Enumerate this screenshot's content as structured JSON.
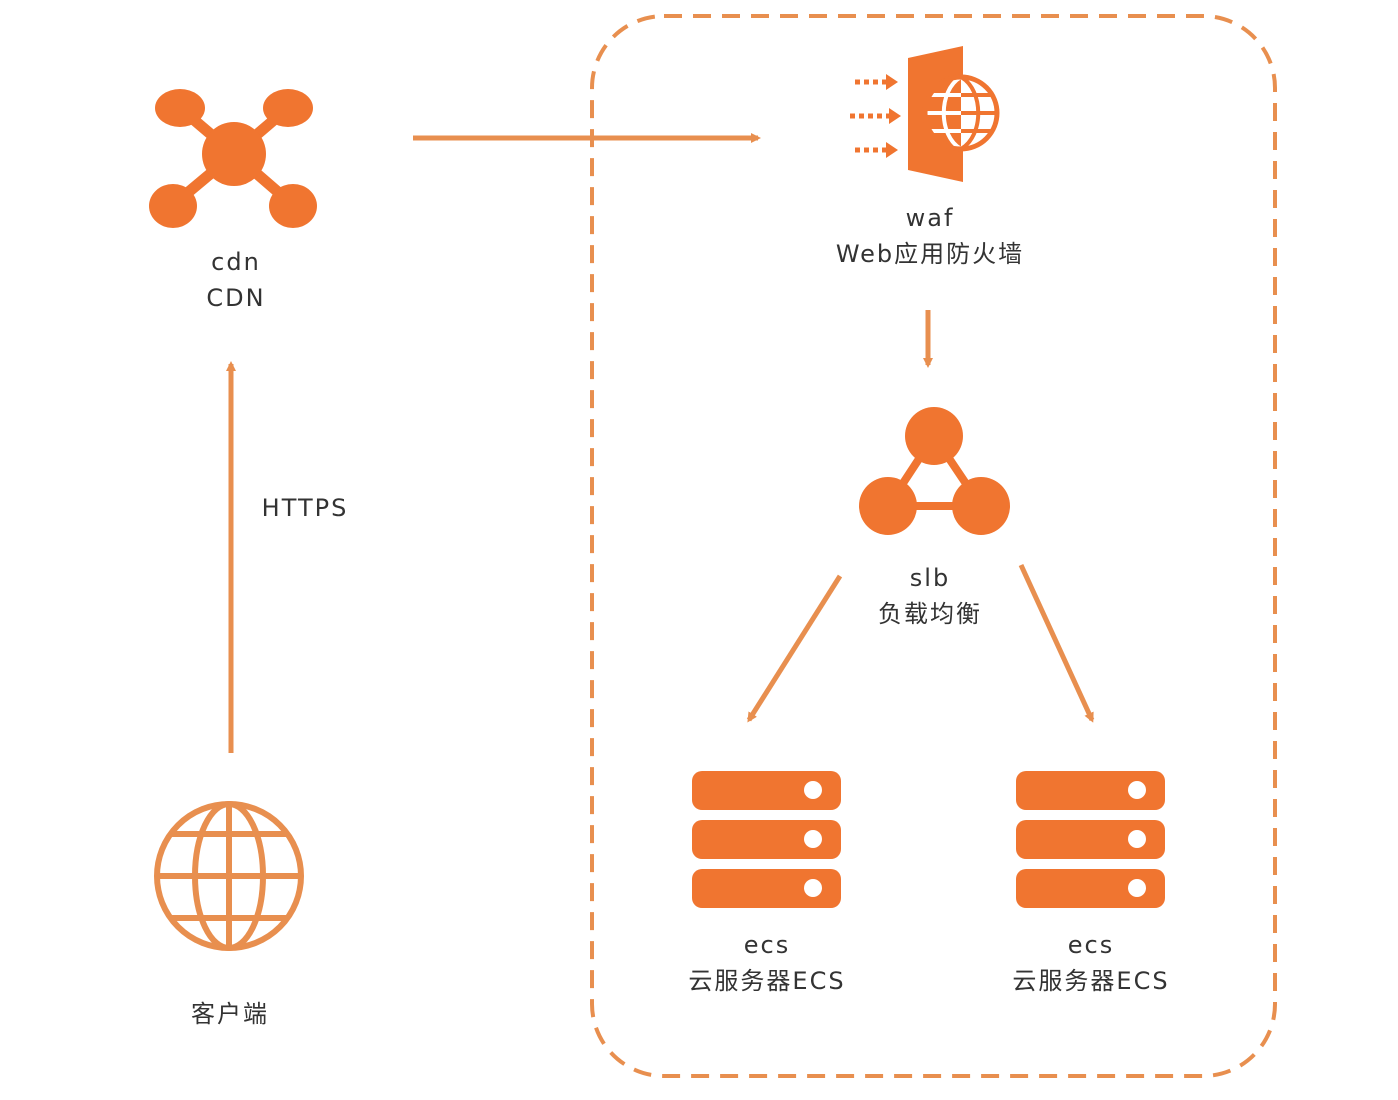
{
  "colors": {
    "accent": "#F07530",
    "arrow": "#E88F4F",
    "text": "#333333",
    "background": "#FFFFFF"
  },
  "nodes": {
    "cdn": {
      "name": "cdn",
      "title": "CDN",
      "icon": "cdn-network-icon"
    },
    "client": {
      "title": "客户端",
      "icon": "globe-icon"
    },
    "waf": {
      "name": "waf",
      "title": "Web应用防火墙",
      "icon": "web-firewall-icon"
    },
    "slb": {
      "name": "slb",
      "title": "负载均衡",
      "icon": "load-balancer-icon"
    },
    "ecs_left": {
      "name": "ecs",
      "title": "云服务器ECS",
      "icon": "server-stack-icon"
    },
    "ecs_right": {
      "name": "ecs",
      "title": "云服务器ECS",
      "icon": "server-stack-icon"
    }
  },
  "edges": [
    {
      "from": "client",
      "to": "cdn",
      "label": "HTTPS"
    },
    {
      "from": "cdn",
      "to": "waf",
      "label": ""
    },
    {
      "from": "waf",
      "to": "slb",
      "label": ""
    },
    {
      "from": "slb",
      "to": "ecs_left",
      "label": ""
    },
    {
      "from": "slb",
      "to": "ecs_right",
      "label": ""
    }
  ]
}
